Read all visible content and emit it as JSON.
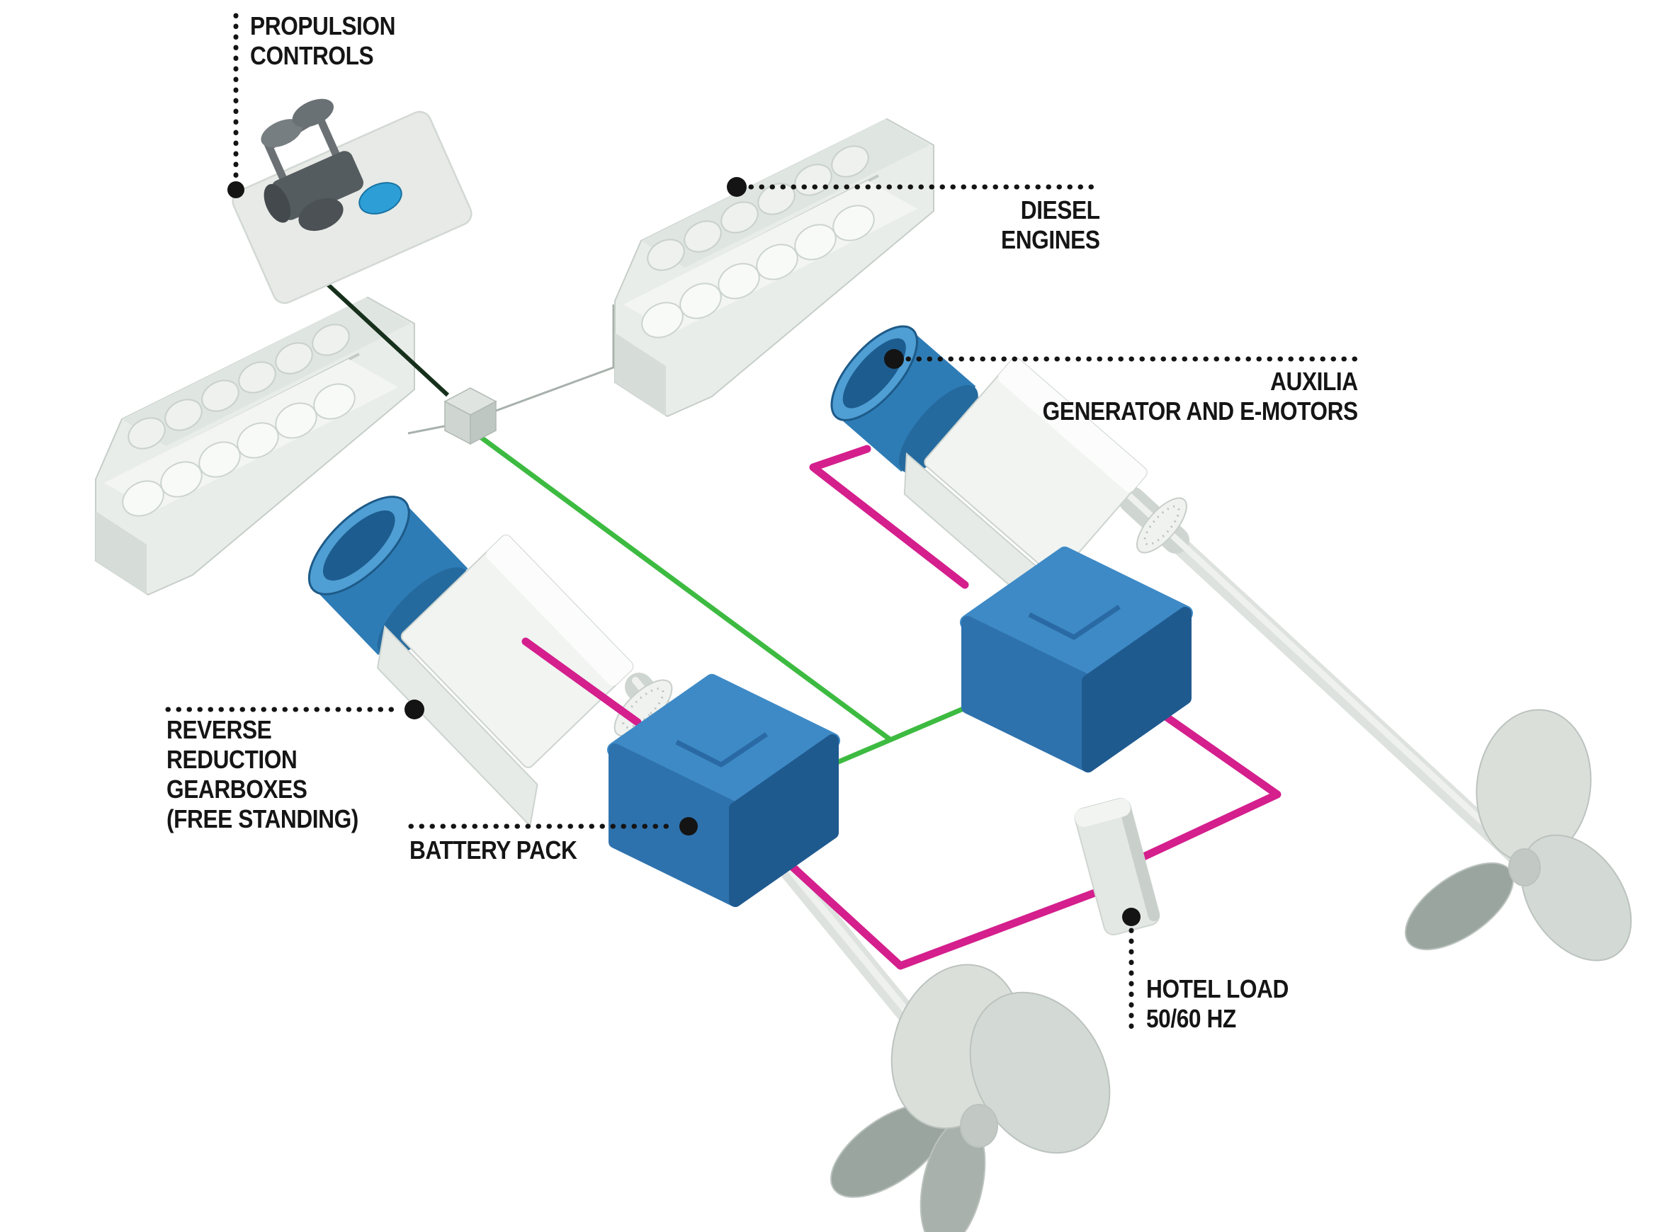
{
  "diagram": {
    "title_context": "hybrid marine propulsion system diagram",
    "labels": {
      "propulsion_controls": "PROPULSION\nCONTROLS",
      "diesel_engines": "DIESEL\nENGINES",
      "auxiliary_generator": "AUXILIA\nGENERATOR AND E-MOTORS",
      "gearboxes": "REVERSE\nREDUCTION\nGEARBOXES\n(FREE STANDING)",
      "battery_pack": "BATTERY PACK",
      "hotel_load": "HOTEL LOAD\n50/60 HZ"
    },
    "colors": {
      "background": "#ffffff",
      "label_text": "#151515",
      "leader_line": "#141414",
      "machinery_light": "#eef1ee",
      "machinery_shade": "#ccd4d0",
      "motor_blue": "#2e7cb5",
      "battery_blue_top": "#3e8ac6",
      "battery_blue_front": "#2e72ad",
      "battery_blue_side": "#1f5a8f",
      "power_line_magenta": "#d41f8d",
      "control_line_green": "#3dbb41",
      "signal_cable_dark": "#17301c",
      "control_button_blue": "#2d9fd6"
    },
    "components": [
      "propulsion-control-panel",
      "diesel-engine-left",
      "diesel-engine-right",
      "e-motor-generator-left",
      "e-motor-generator-right",
      "reduction-gearbox-left",
      "reduction-gearbox-right",
      "battery-pack-left",
      "battery-pack-right",
      "hotel-load-unit",
      "propeller-left",
      "propeller-right",
      "junction-box"
    ]
  }
}
